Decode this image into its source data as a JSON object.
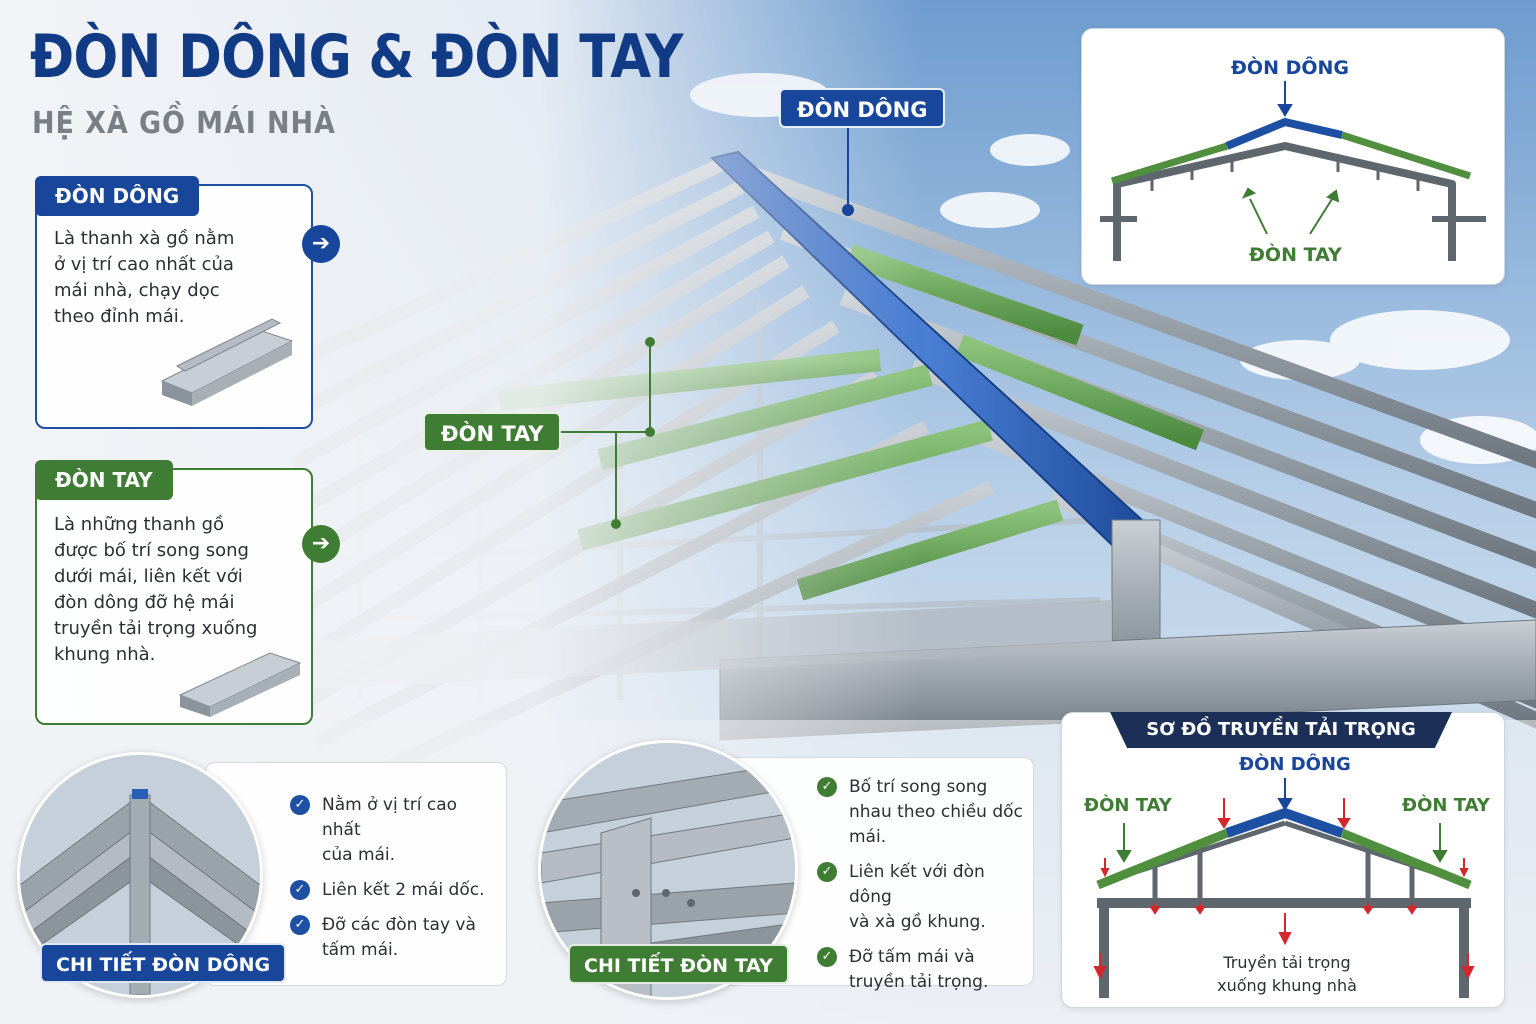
{
  "header": {
    "title": "ĐÒN DÔNG & ĐÒN TAY",
    "subtitle": "HỆ XÀ GỒ MÁI NHÀ"
  },
  "colors": {
    "blue": "#17469a",
    "green": "#3f7d34",
    "navy": "#1b2f57",
    "red": "#d3272d",
    "steel": "#8c949c"
  },
  "don_dong_card": {
    "tag": "ĐÒN DÔNG",
    "lines": [
      "Là thanh xà gồ nằm",
      "ở vị trí cao nhất của",
      "mái nhà, chạy dọc",
      "theo đỉnh mái."
    ],
    "arrow_icon": "arrow-right-icon"
  },
  "don_tay_card": {
    "tag": "ĐÒN TAY",
    "lines": [
      "Là những thanh gồ",
      "được bố trí song song",
      "dưới mái, liên kết với",
      "đòn dông đỡ hệ mái",
      "truyền tải trọng xuống",
      "khung nhà."
    ],
    "arrow_icon": "arrow-right-icon"
  },
  "scene_callouts": {
    "ridge": "ĐÒN DÔNG",
    "purlin": "ĐÒN TAY"
  },
  "top_diagram": {
    "ridge_label": "ĐÒN DÔNG",
    "purlin_label": "ĐÒN TAY"
  },
  "ridge_detail": {
    "tag": "CHI TIẾT ĐÒN DÔNG",
    "items": [
      [
        "Nằm ở vị trí cao nhất",
        "của mái."
      ],
      [
        "Liên kết 2 mái dốc."
      ],
      [
        "Đỡ các đòn tay và",
        "tấm mái."
      ]
    ],
    "check_icon": "check-circle-icon"
  },
  "purlin_detail": {
    "tag": "CHI TIẾT ĐÒN TAY",
    "items": [
      [
        "Bố trí song song",
        "nhau theo chiều dốc",
        "mái."
      ],
      [
        "Liên kết với đòn dông",
        "và xà gồ khung."
      ],
      [
        "Đỡ tấm mái và",
        "truyền tải trọng."
      ]
    ],
    "check_icon": "check-circle-icon"
  },
  "load_diagram": {
    "banner": "SƠ ĐỒ TRUYỀN TẢI TRỌNG",
    "ridge_label": "ĐÒN DÔNG",
    "purlin_left": "ĐÒN TAY",
    "purlin_right": "ĐÒN TAY",
    "caption": [
      "Truyền tải trọng",
      "xuống khung nhà"
    ]
  }
}
